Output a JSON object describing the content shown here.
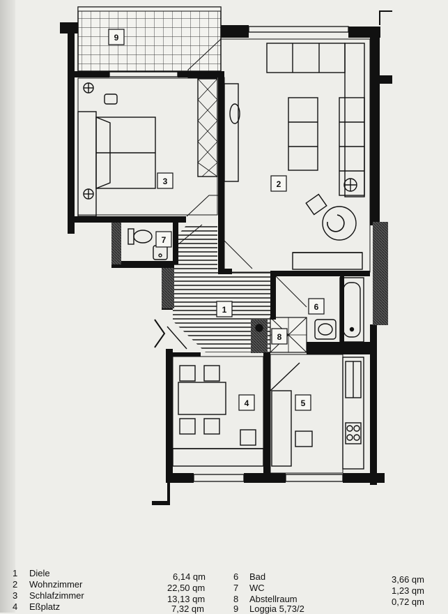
{
  "rooms": {
    "r1": "1",
    "r2": "2",
    "r3": "3",
    "r4": "4",
    "r5": "5",
    "r6": "6",
    "r7": "7",
    "r8": "8",
    "r9": "9"
  },
  "legend": [
    {
      "num": "1",
      "name": "Diele",
      "area": "6,14 qm"
    },
    {
      "num": "2",
      "name": "Wohnzimmer",
      "area": "22,50 qm"
    },
    {
      "num": "3",
      "name": "Schlafzimmer",
      "area": "13,13 qm"
    },
    {
      "num": "4",
      "name": "Eßplatz",
      "area": "7,32 qm"
    },
    {
      "num": "6",
      "name": "Bad",
      "area": "3,66 qm"
    },
    {
      "num": "7",
      "name": "WC",
      "area": "1,23 qm"
    },
    {
      "num": "8",
      "name": "Abstellraum",
      "area": "0,72 qm"
    },
    {
      "num": "9",
      "name": "Loggia 5,73/2",
      "area": ""
    }
  ]
}
